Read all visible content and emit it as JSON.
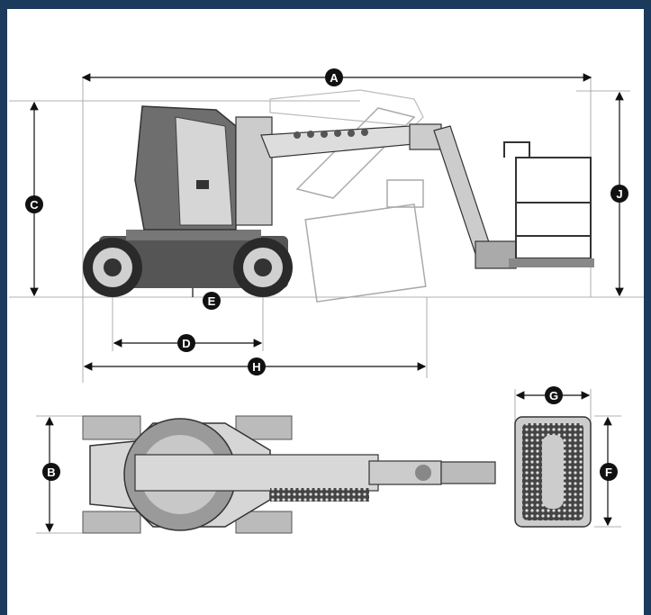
{
  "colors": {
    "frame": "#1b3a5c",
    "marker": "#111111",
    "body": "#6e6e6e",
    "light": "#d6d6d6"
  },
  "dimensions": {
    "A": "A",
    "B": "B",
    "C": "C",
    "D": "D",
    "E": "E",
    "F": "F",
    "G": "G",
    "H": "H",
    "J": "J"
  }
}
